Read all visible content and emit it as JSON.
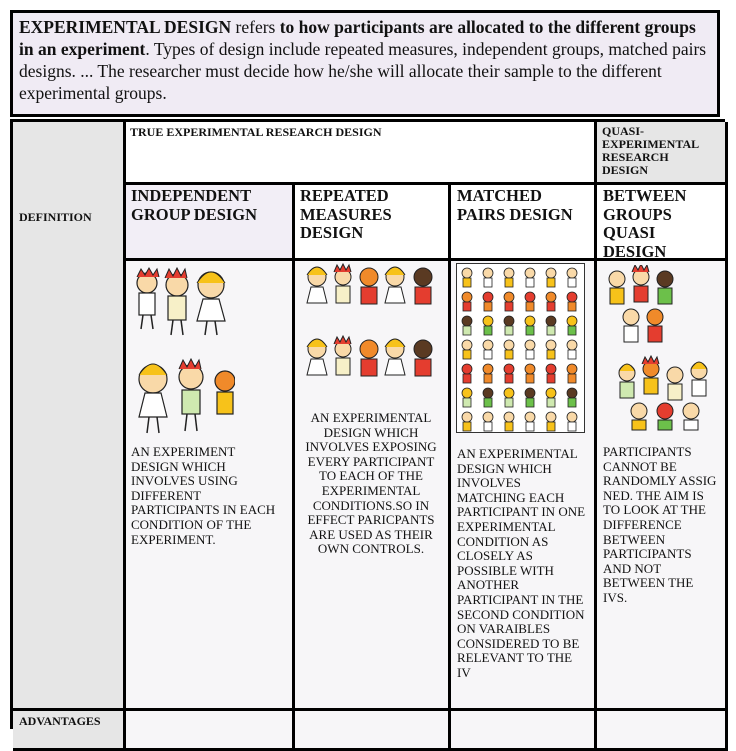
{
  "intro": {
    "term": "EXPERIMENTAL DESIGN",
    "refers": " refers ",
    "bold_def": "to how participants are allocated to the different groups in an experiment",
    "rest": ". Types of design include repeated measures, independent groups, matched pairs designs. ... The researcher must decide how he/she will allocate their sample to the different experimental groups."
  },
  "table": {
    "row_labels": {
      "definition": "DEFINITION",
      "advantages": "ADVANTAGES"
    },
    "true_header": "TRUE EXPERIMENTAL RESEARCH DESIGN",
    "quasi_header": "QUASI-EXPERIMENTAL RESEARCH DESIGN",
    "columns": [
      {
        "title": "INDEPENDENT GROUP DESIGN",
        "description": "AN EXPERIMENT DESIGN WHICH INVOLVES USING DIFFERENT PARTICIPANTS IN EACH CONDITION OF THE EXPERIMENT."
      },
      {
        "title": "REPEATED MEASURES DESIGN",
        "description": "AN EXPERIMENTAL DESIGN WHICH INVOLVES EXPOSING EVERY PARTICIPANT TO EACH OF THE EXPERIMENTAL CONDITIONS.SO IN EFFECT PARICPANTS ARE USED AS THEIR OWN CONTROLS."
      },
      {
        "title": "MATCHED PAIRS DESIGN",
        "description": "AN EXPERIMENTAL DESIGN WHICH INVOLVES MATCHING EACH PARTICIPANT IN ONE EXPERIMENTAL CONDITION AS CLOSELY AS POSSIBLE WITH ANOTHER PARTICIPANT IN THE SECOND CONDITION ON VARAIBLES CONSIDERED TO BE RELEVANT TO THE IV"
      },
      {
        "title": "BETWEEN GROUPS QUASI DESIGN",
        "description": "PARTICIPANTS CANNOT BE RANDOMLY ASSIG NED. THE AIM IS TO LOOK AT THE DIFFERENCE BETWEEN PARTICIPANTS AND NOT BETWEEN THE IVS."
      }
    ]
  },
  "images": [
    {
      "icon": "children-holding-hands-illustration",
      "colors": [
        "#e43d2f",
        "#f7c21a",
        "#6cc04a",
        "#f08a2a"
      ]
    },
    {
      "icon": "same-children-repeated-illustration",
      "colors": [
        "#e43d2f",
        "#f7c21a",
        "#6cc04a",
        "#f08a2a"
      ]
    },
    {
      "icon": "matched-children-grid-illustration",
      "colors": [
        "#e43d2f",
        "#f7c21a",
        "#6cc04a",
        "#f08a2a"
      ]
    },
    {
      "icon": "children-groups-illustration",
      "colors": [
        "#e43d2f",
        "#f7c21a",
        "#6cc04a",
        "#f08a2a"
      ]
    }
  ]
}
